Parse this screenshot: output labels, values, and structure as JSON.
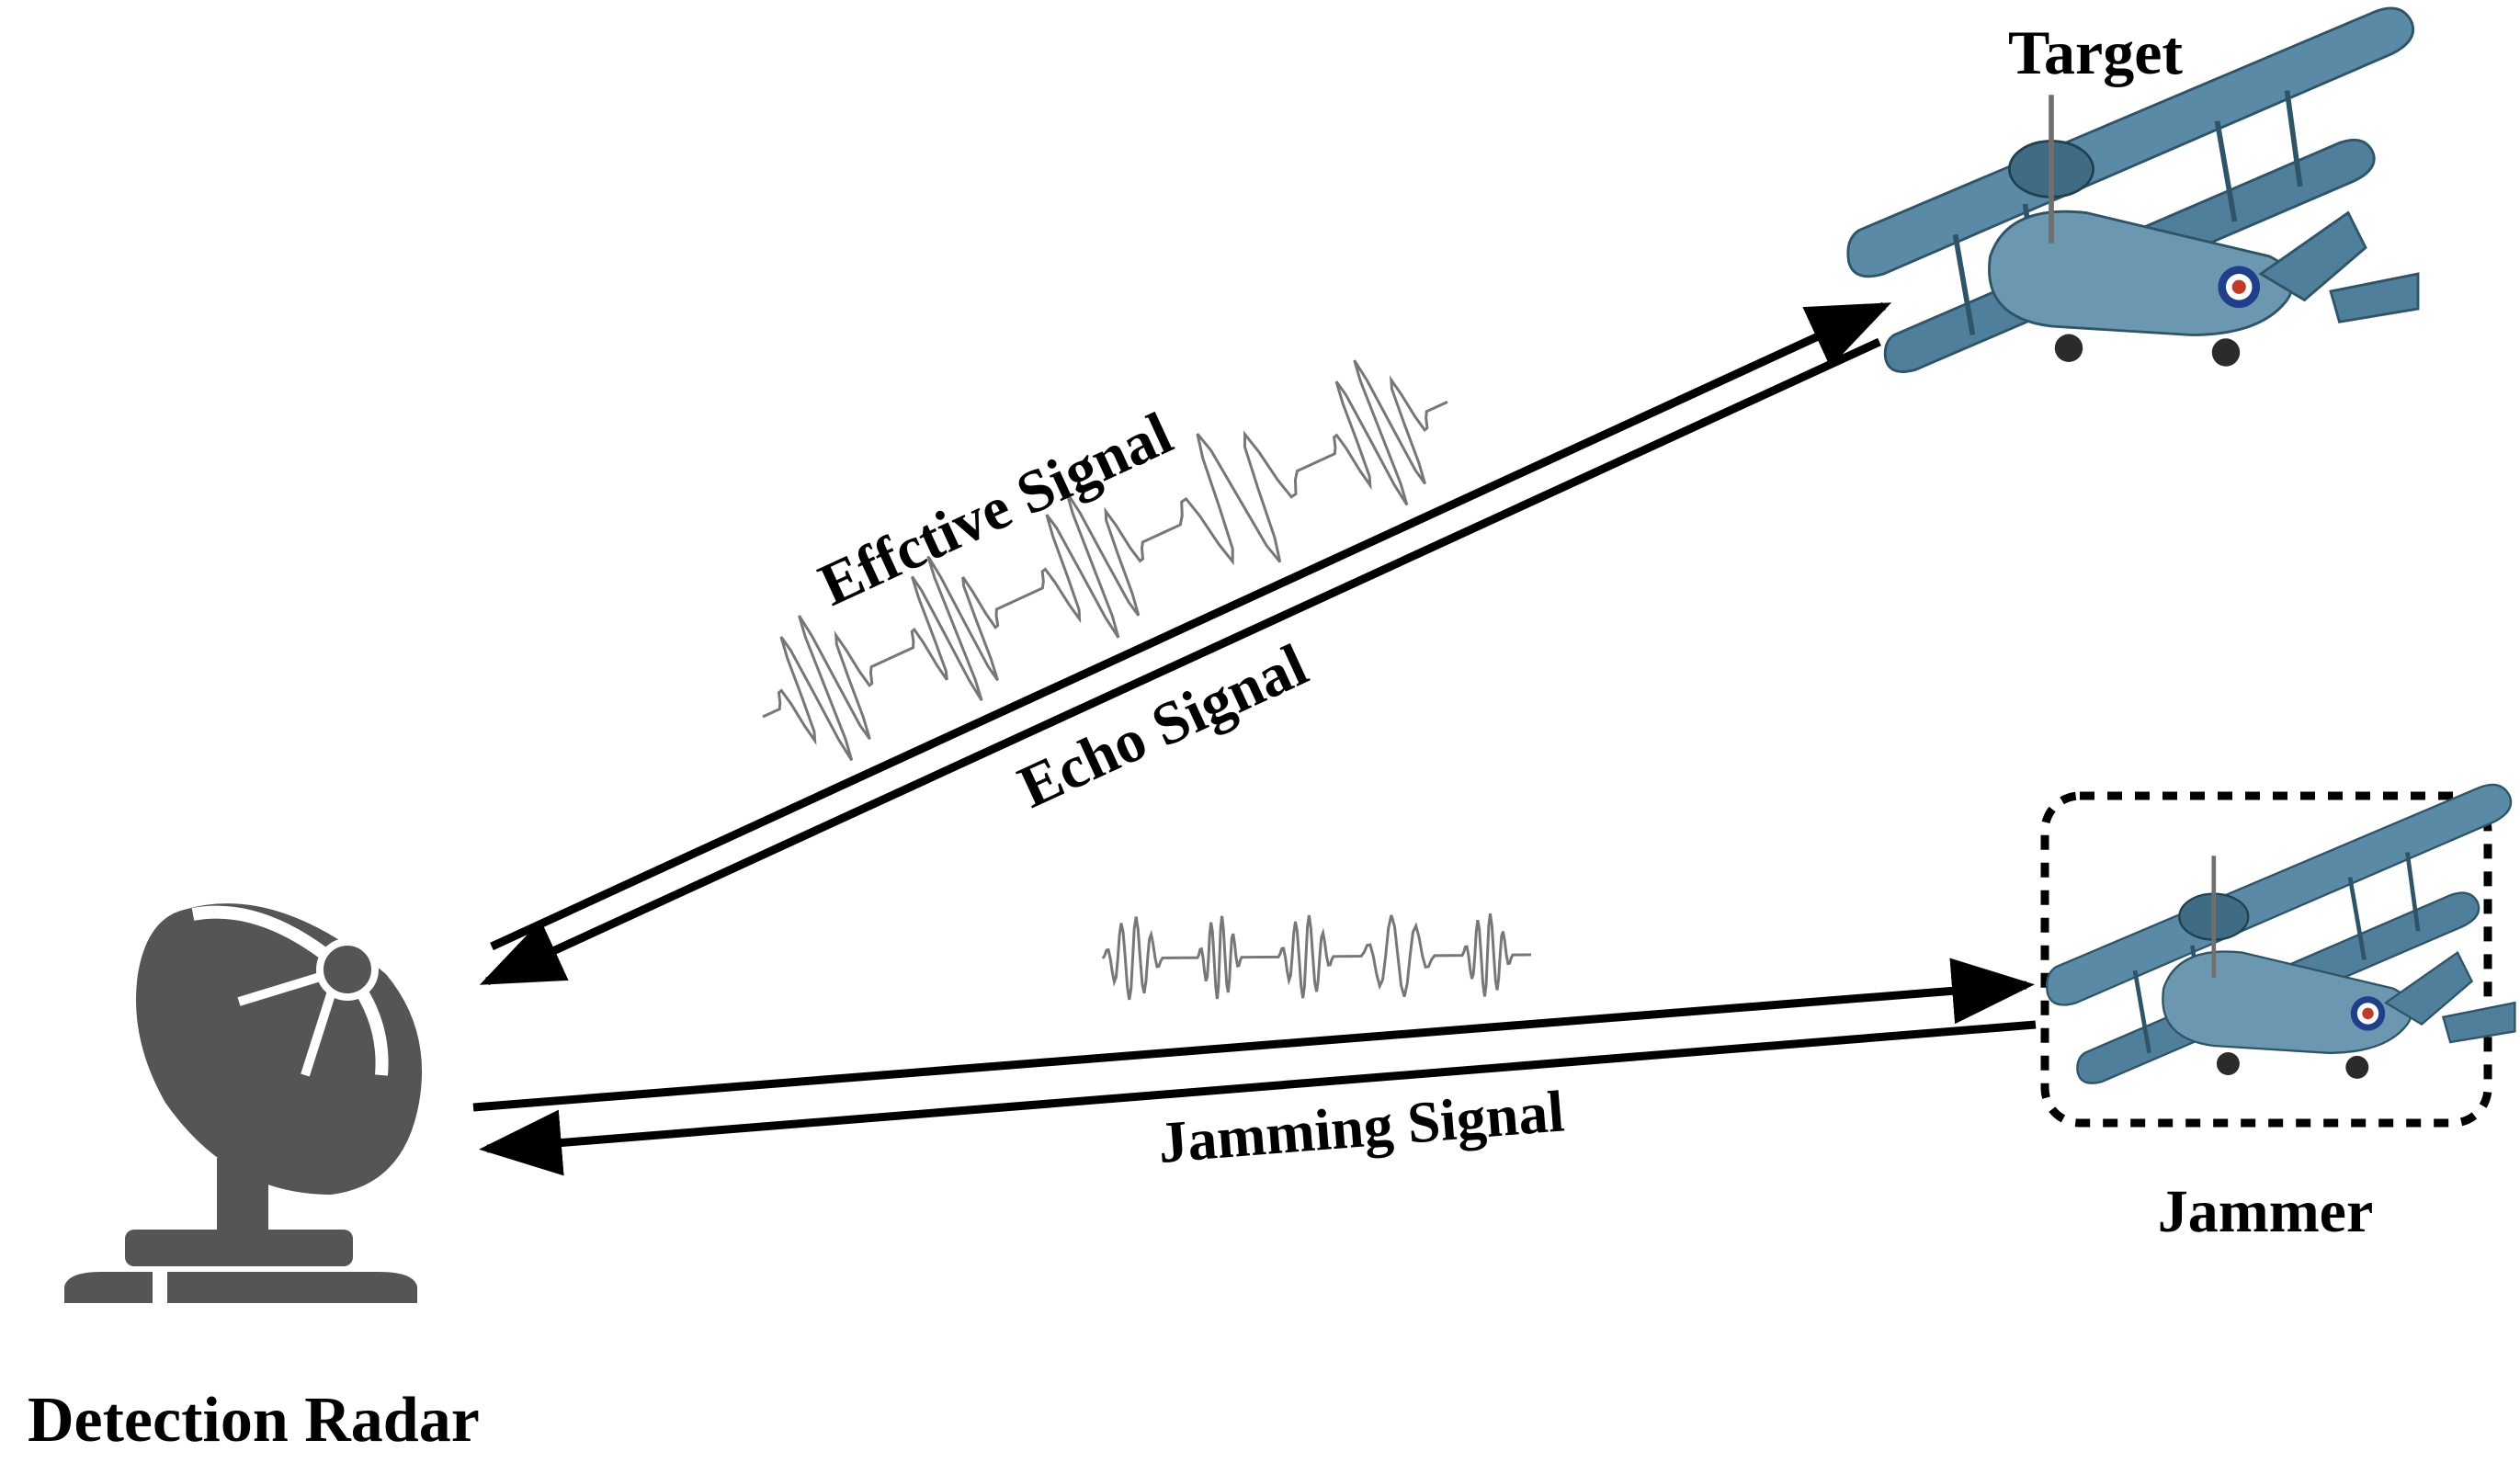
{
  "labels": {
    "target": "Target",
    "jammer": "Jammer",
    "radar": "Detection Radar",
    "effective_signal": "Effctive Signal",
    "echo_signal": "Echo Signal",
    "jamming_signal": "Jamming Signal"
  },
  "icons": {
    "radar": "radar-dish-icon",
    "target_aircraft": "biplane-icon",
    "jammer_aircraft": "biplane-icon"
  },
  "colors": {
    "aircraft_body": "#4f7f9b",
    "aircraft_dark": "#2f5468",
    "radar": "#555555",
    "arrows": "#000000",
    "waveform": "#777777",
    "roundel_red": "#c0392b",
    "roundel_blue": "#1f3f8a"
  }
}
